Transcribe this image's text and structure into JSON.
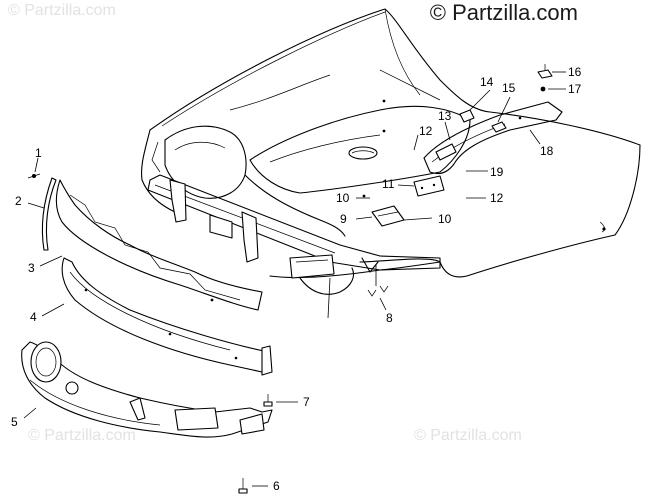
{
  "watermarks": {
    "main": "© Partzilla.com",
    "top_left": "© Partzilla.com",
    "bottom_left": "© Partzilla.com",
    "bottom_right": "© Partzilla.com"
  },
  "callouts": {
    "c1": "1",
    "c2": "2",
    "c3": "3",
    "c4": "4",
    "c5": "5",
    "c6": "6",
    "c7": "7",
    "c8": "8",
    "c9": "9",
    "c10a": "10",
    "c10b": "10",
    "c11": "11",
    "c12a": "12",
    "c12b": "12",
    "c13": "13",
    "c14": "14",
    "c15": "15",
    "c16": "16",
    "c17": "17",
    "c18": "18",
    "c19": "19"
  }
}
